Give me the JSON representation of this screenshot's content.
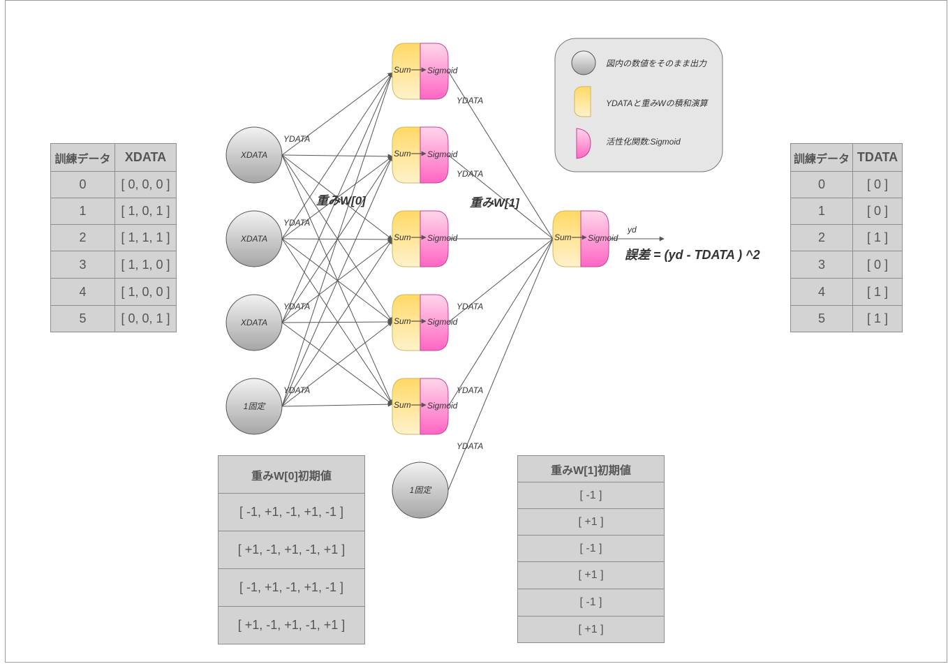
{
  "train_x_table": {
    "headers": [
      "訓練データ",
      "XDATA"
    ],
    "rows": [
      [
        "0",
        "[ 0, 0, 0 ]"
      ],
      [
        "1",
        "[ 1, 0, 1 ]"
      ],
      [
        "2",
        "[ 1, 1, 1 ]"
      ],
      [
        "3",
        "[ 1, 1, 0 ]"
      ],
      [
        "4",
        "[ 1, 0, 0 ]"
      ],
      [
        "5",
        "[ 0, 0, 1 ]"
      ]
    ]
  },
  "train_t_table": {
    "headers": [
      "訓練データ",
      "TDATA"
    ],
    "rows": [
      [
        "0",
        "[ 0 ]"
      ],
      [
        "1",
        "[ 0 ]"
      ],
      [
        "2",
        "[ 1 ]"
      ],
      [
        "3",
        "[ 0 ]"
      ],
      [
        "4",
        "[ 1 ]"
      ],
      [
        "5",
        "[ 1 ]"
      ]
    ]
  },
  "w0_table": {
    "header": "重みW[0]初期値",
    "rows": [
      "[ -1, +1, -1, +1, -1 ]",
      "[ +1, -1, +1, -1, +1 ]",
      "[ -1, +1, -1, +1, -1 ]",
      "[ +1, -1, +1, -1, +1 ]"
    ]
  },
  "w1_table": {
    "header": "重みW[1]初期値",
    "rows": [
      "[ -1 ]",
      "[ +1 ]",
      "[ -1 ]",
      "[ +1 ]",
      "[ -1 ]",
      "[ +1 ]"
    ]
  },
  "legend": {
    "items": [
      "図内の数値をそのまま出力",
      "YDATAと重みWの積和演算",
      "活性化関数:Sigmoid"
    ]
  },
  "network": {
    "input_nodes": [
      "XDATA",
      "XDATA",
      "XDATA",
      "1固定"
    ],
    "hidden_bias_node": "1固定",
    "sum_label": "Sum",
    "sigmoid_label": "Sigmoid",
    "edge_label": "YDATA",
    "weight0_label": "重みW[0]",
    "weight1_label": "重みW[1]",
    "output_label": "yd",
    "error_formula": "誤差 = (yd - TDATA ) ^2"
  }
}
